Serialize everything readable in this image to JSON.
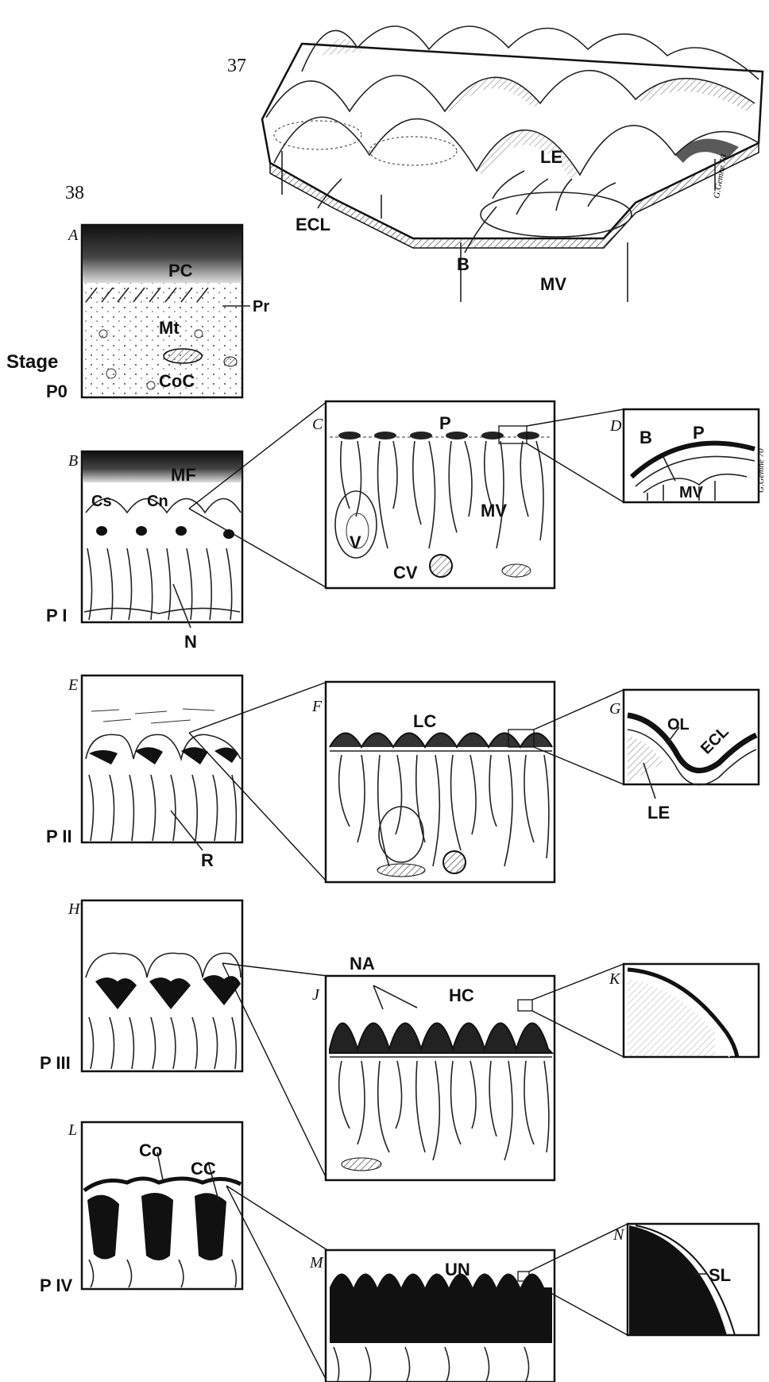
{
  "figures": {
    "fig37": "37",
    "fig38": "38"
  },
  "fig37_labels": {
    "ecl": "ECL",
    "le": "LE",
    "b": "B",
    "mv": "MV"
  },
  "signatures": [
    "G.Gemne 70",
    "G.Gemne 70"
  ],
  "stage_title": "Stage",
  "stages": {
    "p0": "P0",
    "p1": "P I",
    "p2": "P II",
    "p3": "P III",
    "p4": "P IV"
  },
  "panels": {
    "A": {
      "letter": "A",
      "labels": {
        "pc": "PC",
        "pr": "Pr",
        "mt": "Mt",
        "coc": "CoC"
      }
    },
    "B": {
      "letter": "B",
      "labels": {
        "mf": "MF",
        "cs": "Cs",
        "cn": "Cn",
        "n": "N"
      }
    },
    "C": {
      "letter": "C",
      "labels": {
        "p": "P",
        "v": "V",
        "mv": "MV",
        "cv": "CV"
      }
    },
    "D": {
      "letter": "D",
      "labels": {
        "b": "B",
        "p": "P",
        "mv": "MV"
      }
    },
    "E": {
      "letter": "E",
      "labels": {
        "r": "R"
      }
    },
    "F": {
      "letter": "F",
      "labels": {
        "lc": "LC"
      }
    },
    "G": {
      "letter": "G",
      "labels": {
        "ol": "OL",
        "ecl": "ECL",
        "le": "LE"
      }
    },
    "H": {
      "letter": "H",
      "labels": {}
    },
    "J": {
      "letter": "J",
      "labels": {
        "na": "NA",
        "hc": "HC"
      }
    },
    "K": {
      "letter": "K",
      "labels": {}
    },
    "L": {
      "letter": "L",
      "labels": {
        "co": "Co",
        "cc": "CC"
      }
    },
    "M": {
      "letter": "M",
      "labels": {
        "un": "UN"
      }
    },
    "N": {
      "letter": "N",
      "labels": {
        "sl": "SL"
      }
    }
  }
}
